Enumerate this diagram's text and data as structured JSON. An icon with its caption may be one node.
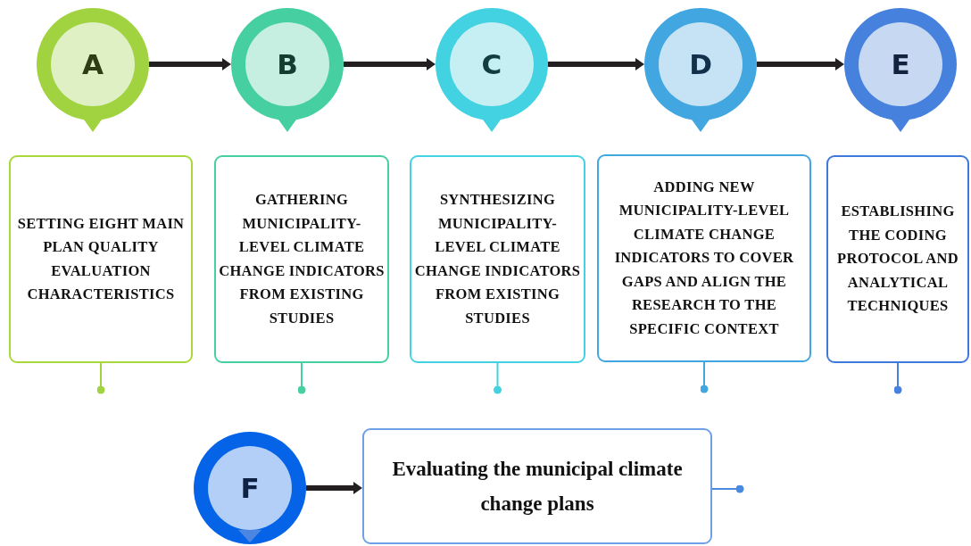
{
  "diagram": {
    "nodes": [
      {
        "text": [
          "A"
        ]
      },
      {
        "text": [
          "B"
        ]
      },
      {
        "text": [
          "C"
        ]
      },
      {
        "text": [
          "D"
        ]
      },
      {
        "text": [
          "E"
        ]
      },
      {
        "text": [
          "SETTING EIGHT MAIN PLAN QUALITY EVALUATION CHARACTERISTICS"
        ]
      },
      {
        "text": [
          "GATHERING MUNICIPALITY-LEVEL CLIMATE CHANGE INDICATORS FROM EXISTING STUDIES"
        ]
      },
      {
        "text": [
          "SYNTHESIZING MUNICIPALITY-LEVEL CLIMATE CHANGE INDICATORS FROM EXISTING STUDIES"
        ]
      },
      {
        "text": [
          "ADDING NEW MUNICIPALITY-LEVEL CLIMATE CHANGE INDICATORS TO COVER GAPS AND ALIGN THE RESEARCH TO THE SPECIFIC CONTEXT"
        ]
      },
      {
        "text": [
          "ESTABLISHING THE CODING PROTOCOL AND ANALYTICAL TECHNIQUES"
        ]
      },
      {
        "text": [
          "F"
        ]
      },
      {
        "text": [
          "Evaluating the municipal climate change plans"
        ]
      }
    ],
    "edges": [
      {
        "from": 0,
        "to": 1,
        "arrow": "to",
        "style": "thick"
      },
      {
        "from": 1,
        "to": 2,
        "arrow": "to",
        "style": "thick"
      },
      {
        "from": 2,
        "to": 3,
        "arrow": "to",
        "style": "thick"
      },
      {
        "from": 3,
        "to": 4,
        "arrow": "to",
        "style": "thick"
      },
      {
        "from": 10,
        "to": 11,
        "arrow": "to",
        "style": "thick"
      },
      {
        "from": 5,
        "to": null,
        "arrow": "other",
        "color": "#a0d33f"
      },
      {
        "from": 6,
        "to": null,
        "arrow": "other",
        "color": "#46cfa0"
      },
      {
        "from": 7,
        "to": null,
        "arrow": "other",
        "color": "#42d2e2"
      },
      {
        "from": 8,
        "to": null,
        "arrow": "other",
        "color": "#42a6e0"
      },
      {
        "from": 9,
        "to": null,
        "arrow": "other",
        "color": "#4682dd"
      },
      {
        "from": 11,
        "to": null,
        "arrow": "other",
        "color": "#4a8ae0"
      }
    ]
  }
}
